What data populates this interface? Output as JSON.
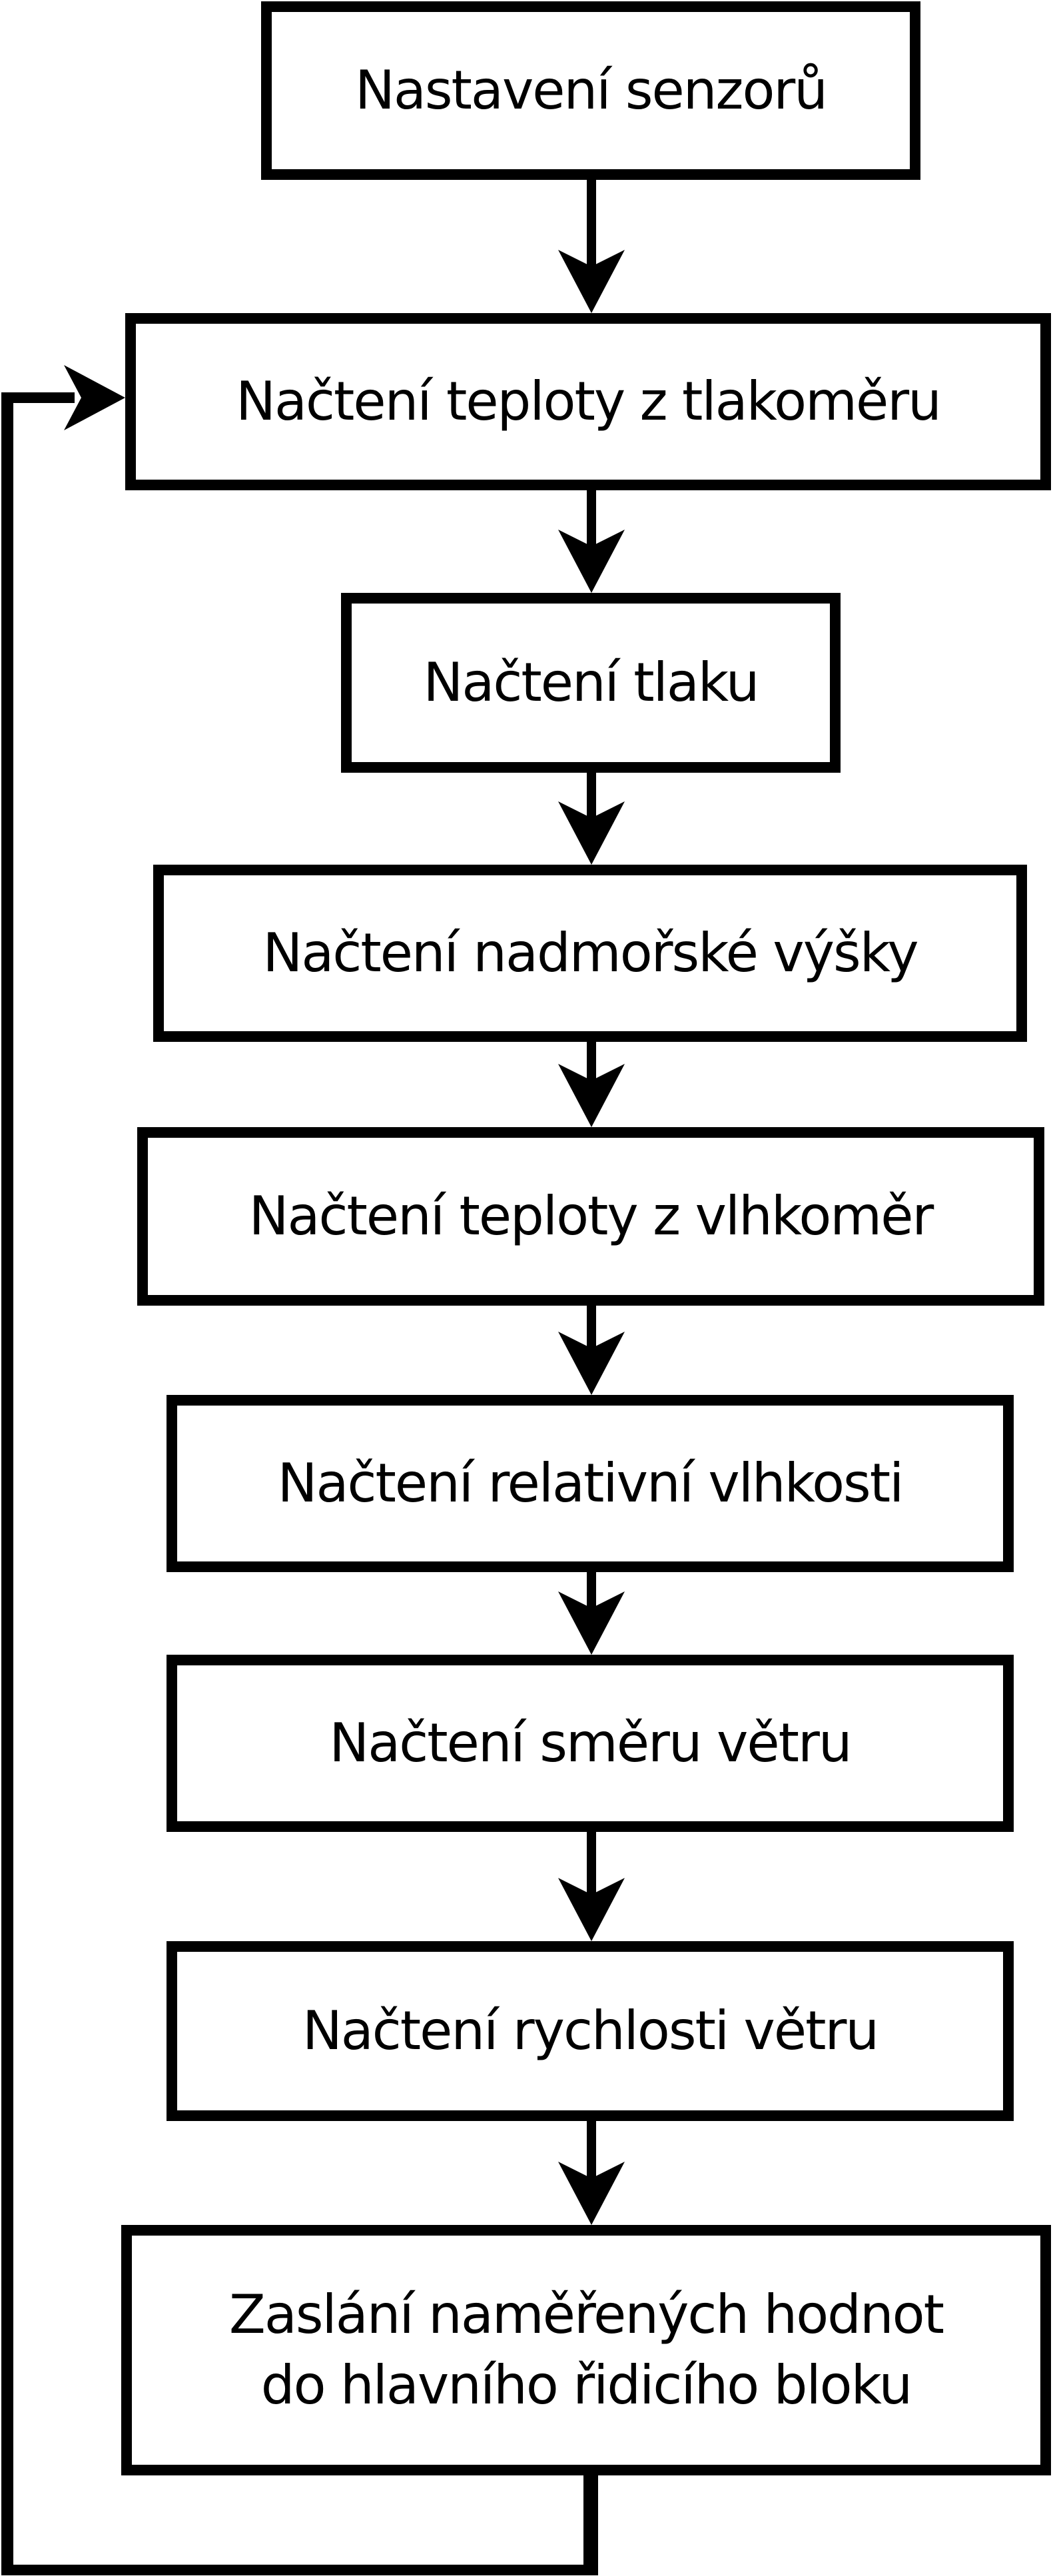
{
  "flowchart": {
    "colors": {
      "line": "#000000",
      "box_border": "#000000",
      "box_fill": "#ffffff",
      "background": "#ffffff"
    },
    "boxes": [
      {
        "label": "Nastavení senzorů"
      },
      {
        "label": "Načtení teploty z tlakoměru"
      },
      {
        "label": "Načtení tlaku"
      },
      {
        "label": "Načtení nadmořské výšky"
      },
      {
        "label": "Načtení teploty z vlhkoměr"
      },
      {
        "label": "Načtení relativní vlhkosti"
      },
      {
        "label": "Načtení směru větru"
      },
      {
        "label": "Načtení rychlosti větru"
      },
      {
        "label": "Zaslání naměřených hodnot\ndo hlavního řidicího bloku"
      }
    ],
    "edges": [
      {
        "from": 0,
        "to": 1
      },
      {
        "from": 1,
        "to": 2
      },
      {
        "from": 2,
        "to": 3
      },
      {
        "from": 3,
        "to": 4
      },
      {
        "from": 4,
        "to": 5
      },
      {
        "from": 5,
        "to": 6
      },
      {
        "from": 6,
        "to": 7
      },
      {
        "from": 7,
        "to": 8
      },
      {
        "from": 8,
        "to": 1,
        "type": "loop-back"
      }
    ]
  }
}
